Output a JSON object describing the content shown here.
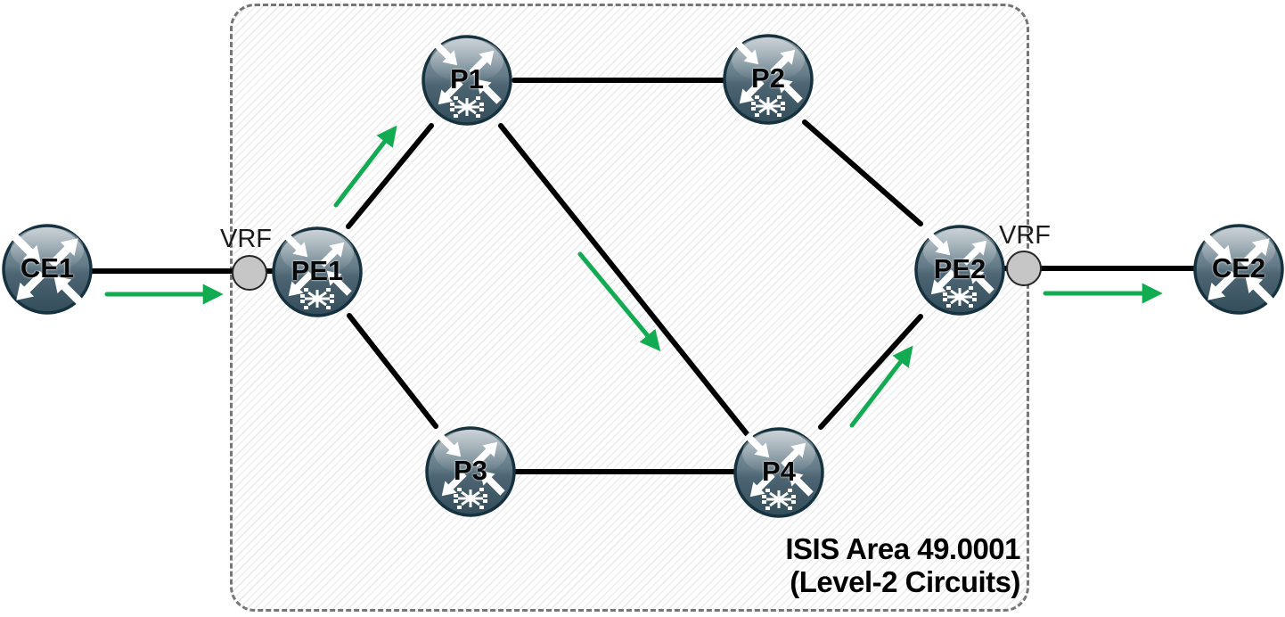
{
  "area": {
    "line1": "ISIS Area 49.0001",
    "line2": "(Level-2 Circuits)"
  },
  "nodes": [
    {
      "label": "CE1",
      "type": "customer-edge router"
    },
    {
      "label": "PE1",
      "type": "provider-edge label-switch router"
    },
    {
      "label": "P1",
      "type": "provider label-switch router"
    },
    {
      "label": "P2",
      "type": "provider label-switch router"
    },
    {
      "label": "P3",
      "type": "provider label-switch router"
    },
    {
      "label": "P4",
      "type": "provider label-switch router"
    },
    {
      "label": "PE2",
      "type": "provider-edge label-switch router"
    },
    {
      "label": "CE2",
      "type": "customer-edge router"
    }
  ],
  "vrf_badges": [
    {
      "label": "VRF",
      "at": "PE1"
    },
    {
      "label": "VRF",
      "at": "PE2"
    }
  ],
  "links": [
    {
      "from": "CE1",
      "to": "PE1"
    },
    {
      "from": "PE1",
      "to": "P1"
    },
    {
      "from": "P1",
      "to": "P2"
    },
    {
      "from": "P1",
      "to": "P4"
    },
    {
      "from": "P2",
      "to": "PE2"
    },
    {
      "from": "PE1",
      "to": "P3"
    },
    {
      "from": "P3",
      "to": "P4"
    },
    {
      "from": "P4",
      "to": "PE2"
    },
    {
      "from": "PE2",
      "to": "CE2"
    }
  ],
  "traffic_flow": {
    "path": [
      "CE1",
      "PE1",
      "P1",
      "P4",
      "PE2",
      "CE2"
    ],
    "direction": "left-to-right"
  },
  "colors": {
    "traffic_arrow_green": "#12ab52",
    "link_black": "#000000",
    "router_body_dark": "#35505e",
    "router_body_light": "#97a6af",
    "router_ring": "#16323f",
    "vrf_fill_gray": "#c6c6c6",
    "area_border_gray": "#767676",
    "hatch_gray": "#e9e9e9"
  }
}
